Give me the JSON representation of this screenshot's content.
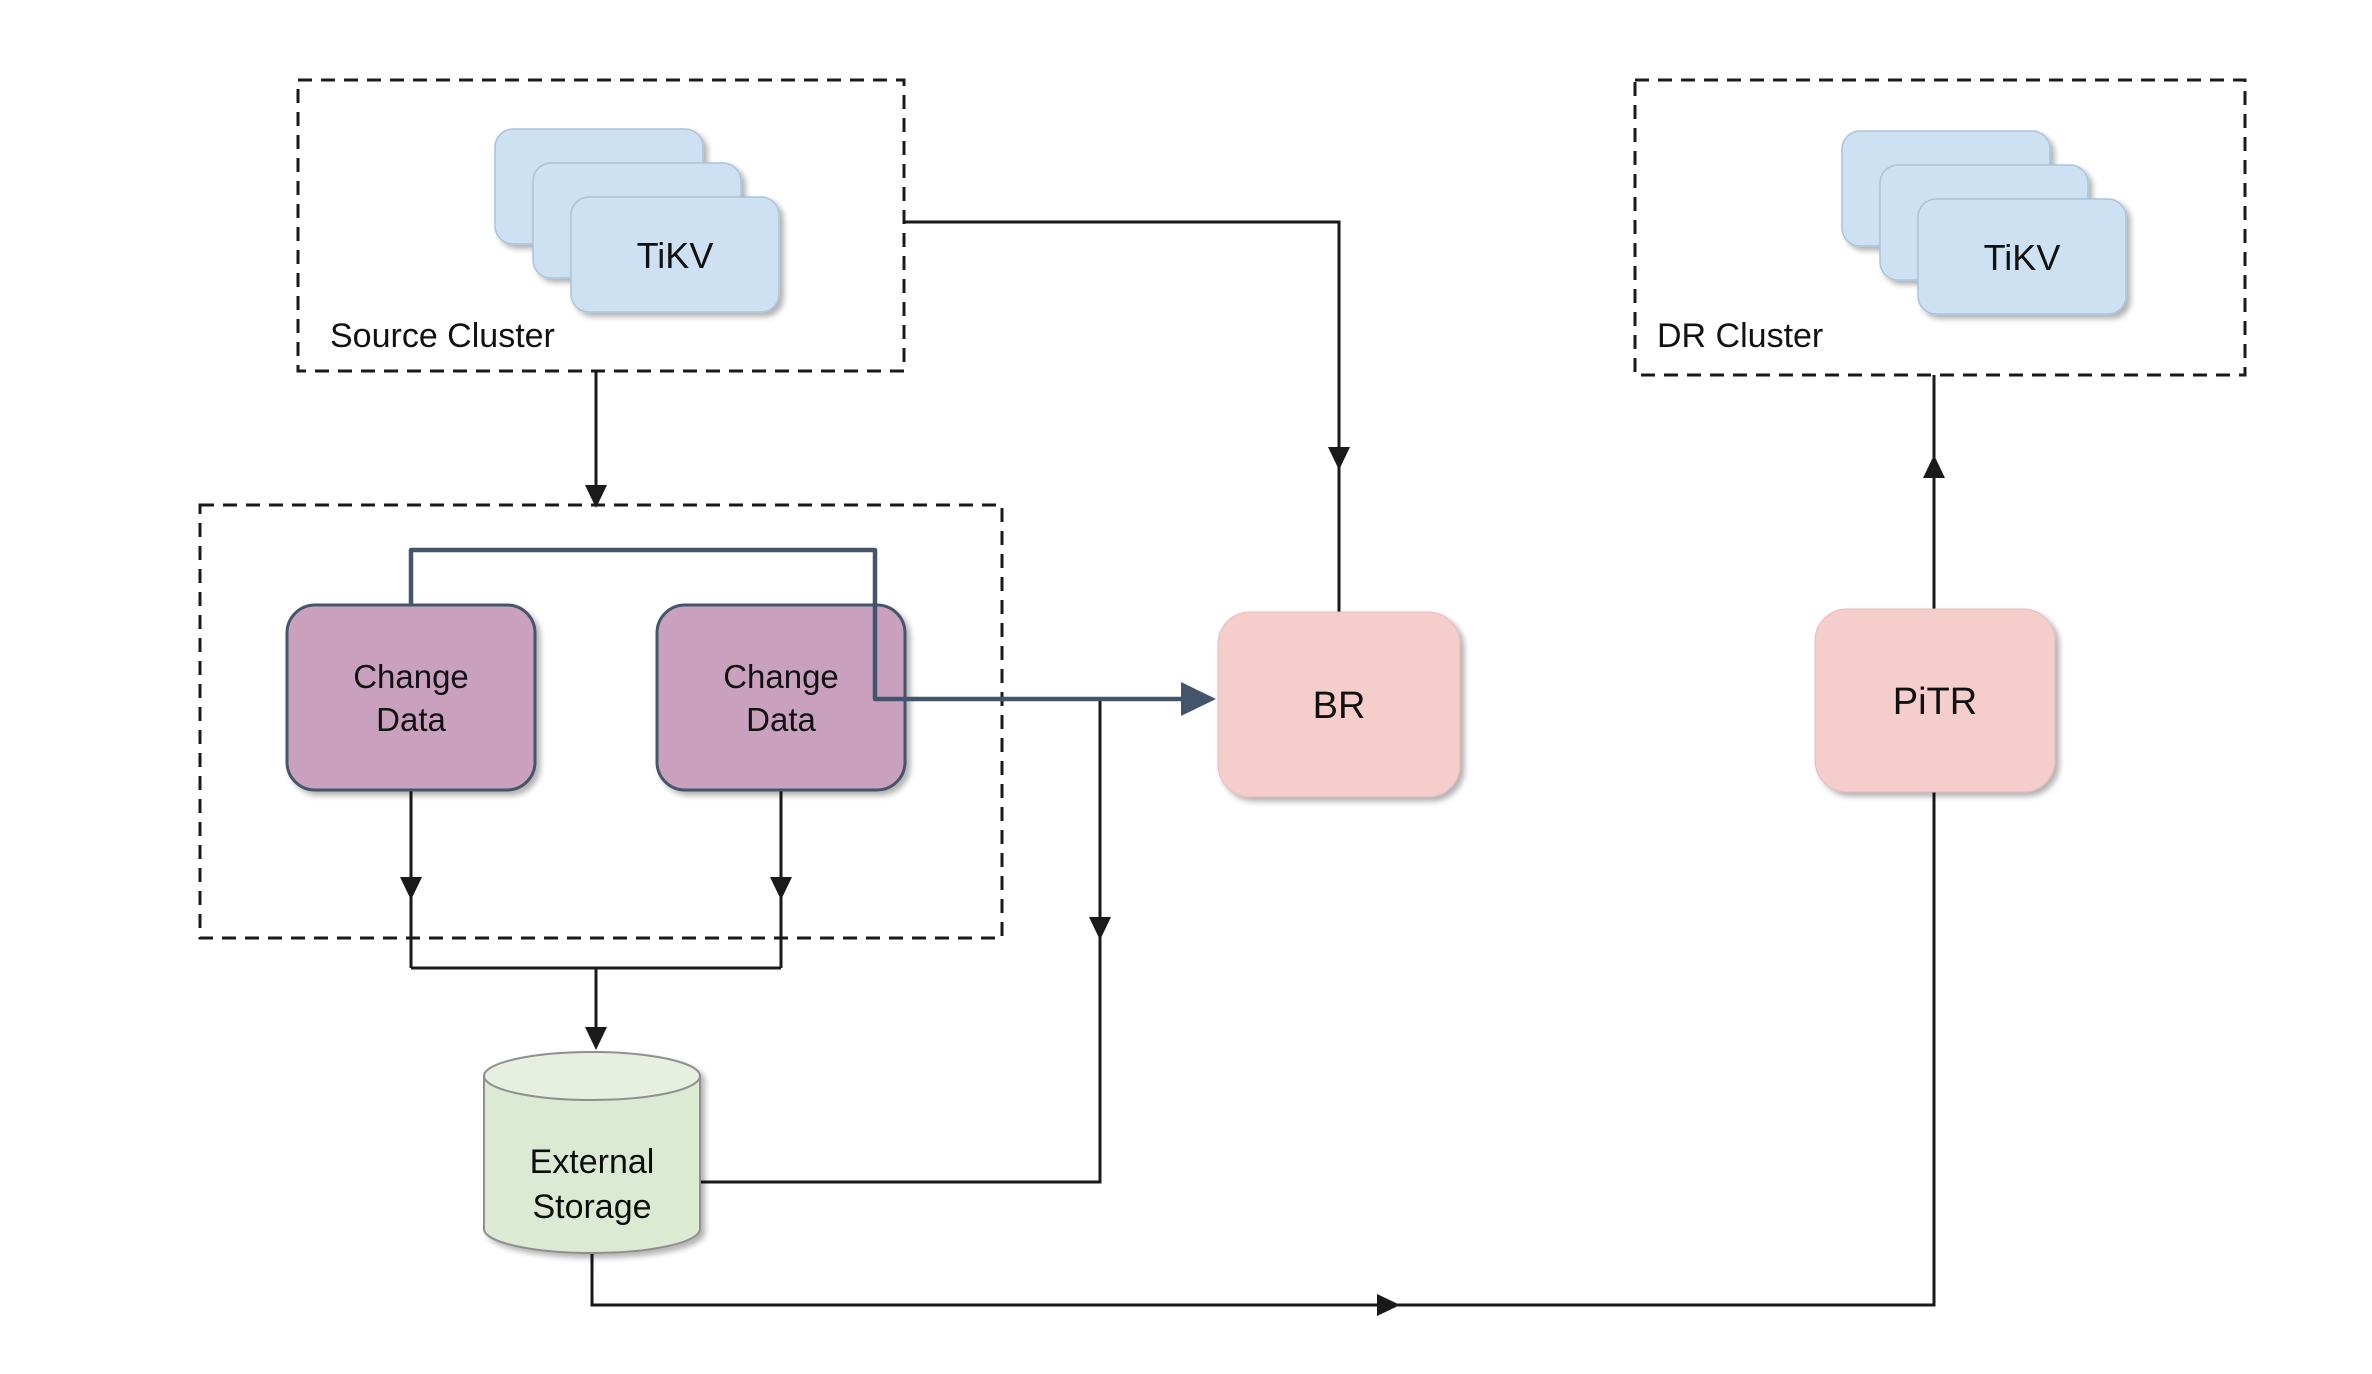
{
  "clusters": {
    "source": {
      "label": "Source Cluster",
      "node_label": "TiKV"
    },
    "dr": {
      "label": "DR Cluster",
      "node_label": "TiKV"
    }
  },
  "nodes": {
    "change_data_left": {
      "line1": "Change",
      "line2": "Data"
    },
    "change_data_right": {
      "line1": "Change",
      "line2": "Data"
    },
    "br": {
      "label": "BR"
    },
    "pitr": {
      "label": "PiTR"
    },
    "external_storage": {
      "line1": "External",
      "line2": "Storage"
    }
  },
  "colors": {
    "background": "#ffffff",
    "tikv_fill": "#cee1f2",
    "tikv_border": "#a9c3dc",
    "change_data_fill": "#c9a1bf",
    "change_data_border": "#44546a",
    "br_fill": "#f5cecc",
    "pitr_fill": "#f5cecc",
    "storage_fill": "#dcead4",
    "storage_top_fill": "#e7f0e0",
    "storage_border": "#8f8f8f",
    "connector_black": "#1a1a1a",
    "connector_blue": "#44546a",
    "dashed_border": "#1a1a1a",
    "text": "#111111"
  }
}
